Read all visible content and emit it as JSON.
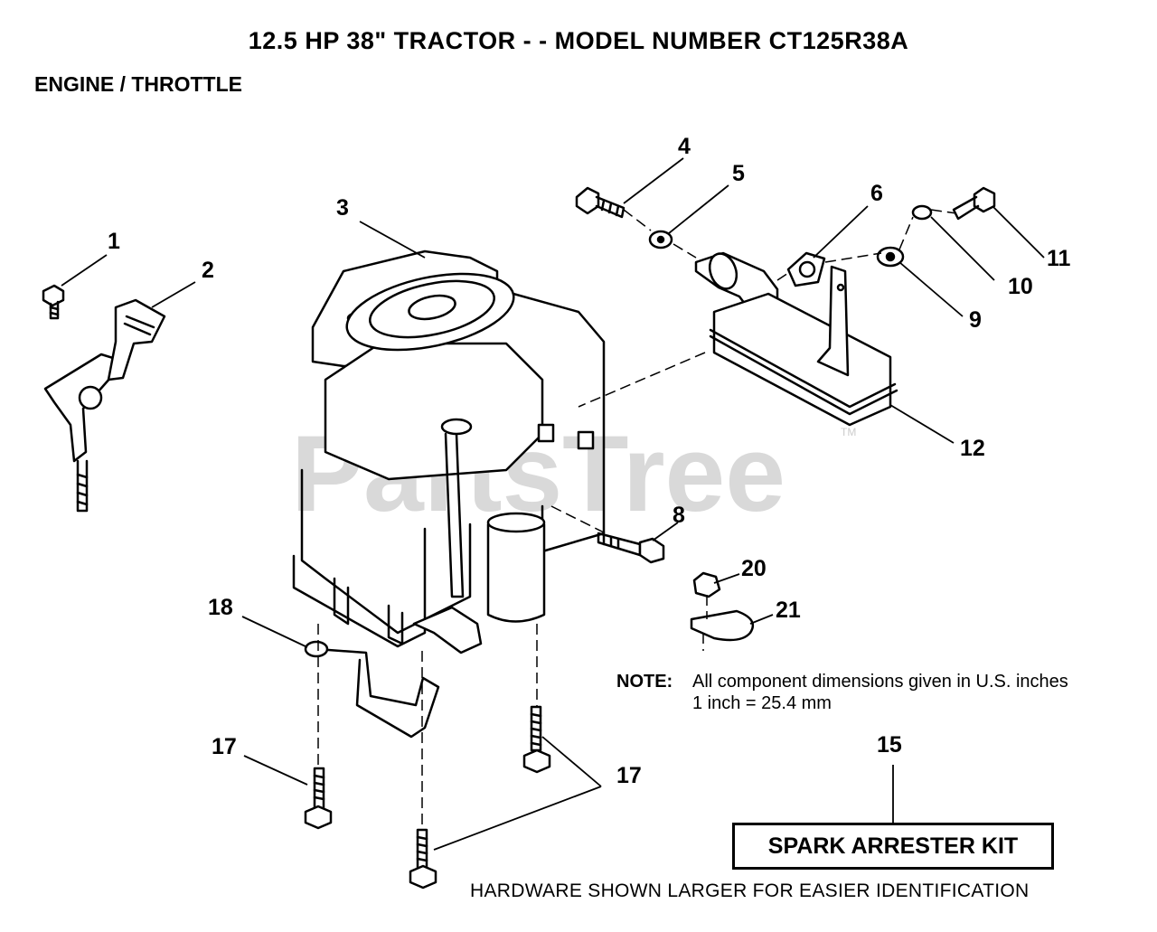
{
  "header": {
    "title": "12.5 HP 38\" TRACTOR - - MODEL NUMBER CT125R38A",
    "subtitle": "ENGINE / THROTTLE"
  },
  "watermark": {
    "text": "PartsTree",
    "mark": "TM"
  },
  "callouts": {
    "c1": "1",
    "c2": "2",
    "c3": "3",
    "c4": "4",
    "c5": "5",
    "c6": "6",
    "c8": "8",
    "c9": "9",
    "c10": "10",
    "c11": "11",
    "c12": "12",
    "c15": "15",
    "c17a": "17",
    "c17b": "17",
    "c18": "18",
    "c20": "20",
    "c21": "21"
  },
  "note": {
    "label": "NOTE:",
    "line1": "All component dimensions given in U.S. inches",
    "line2": "1 inch = 25.4 mm"
  },
  "kit": {
    "label": "SPARK ARRESTER KIT"
  },
  "footer": {
    "text": "HARDWARE SHOWN LARGER FOR EASIER IDENTIFICATION"
  }
}
